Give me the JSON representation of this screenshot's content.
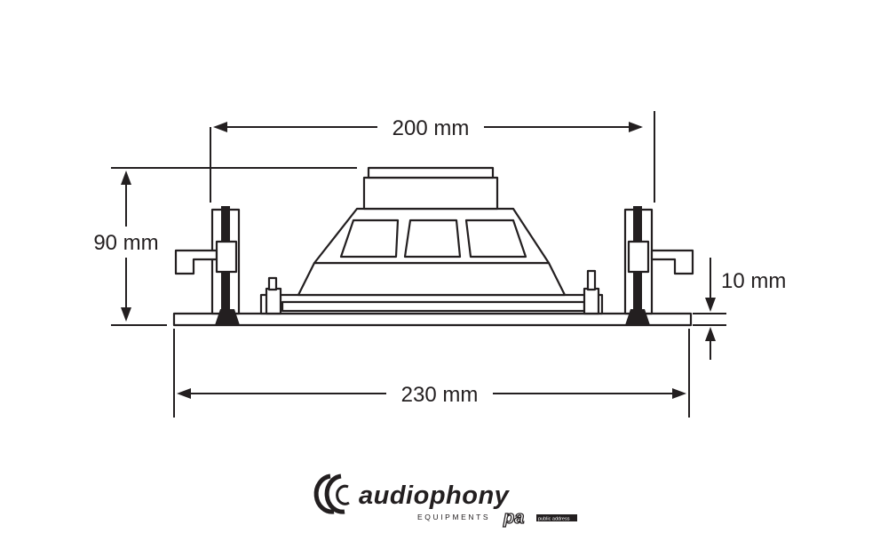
{
  "dimensions": {
    "width_top": "200 mm",
    "height": "90 mm",
    "lip": "10 mm",
    "width_bottom": "230 mm"
  },
  "logo": {
    "brand": "audiophony",
    "tagline": "EQUIPMENTS",
    "badge": "pa",
    "badge_sub": "public address"
  },
  "colors": {
    "ink": "#231f20",
    "background": "#ffffff"
  }
}
